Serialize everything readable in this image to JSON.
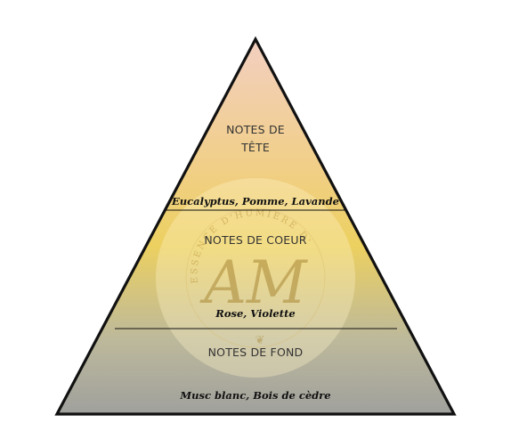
{
  "pyramid": {
    "tiers": [
      {
        "title_lines": [
          "NOTES DE",
          "TÊTE"
        ],
        "notes": "Eucalyptus, Pomme, Lavande"
      },
      {
        "title_lines": [
          "NOTES DE COEUR"
        ],
        "notes": "Rose, Violette"
      },
      {
        "title_lines": [
          "NOTES DE FOND"
        ],
        "notes": "Musc blanc, Bois de cèdre"
      }
    ]
  },
  "seal": {
    "monogram": "AM",
    "arc_text": "ESSENCE D'HUMIERE D'"
  },
  "colors": {
    "top": "#f2cfc0",
    "upper": "#f1cf86",
    "middle": "#ecd060",
    "lower": "#bdb99b",
    "bottom": "#a0a09d",
    "outline": "#111111"
  }
}
